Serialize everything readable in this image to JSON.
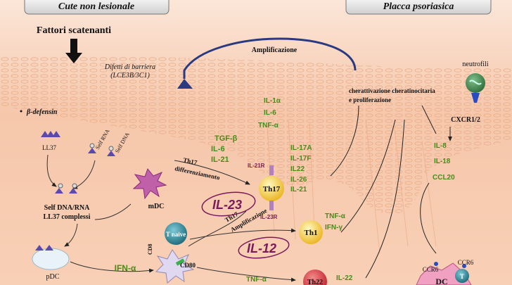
{
  "header": {
    "left": "Cute non lesionale",
    "right": "Placca psoriasica"
  },
  "labels": {
    "triggers": "Fattori scatenanti",
    "amplification": "Amplificazione",
    "barrier_line1": "Difetti di barriera",
    "barrier_line2": "(LCE3B/3C1)",
    "defensin": "β-defensin",
    "keratino_line1": "cherattivazione cheratinocitaria",
    "keratino_line2": "e proliferazione",
    "neutrophils": "neutrofili",
    "cxcr": "CXCR1/2",
    "ll37": "LL37",
    "self_rna": "Self RNA",
    "self_dna": "Self DNA",
    "complex_line1": "Self DNA/RNA",
    "complex_line2": "LL37 complessi",
    "mdc": "mDC",
    "pdc": "pDC",
    "th17_diff_line1": "Th17",
    "th17_diff_line2": "differenziamento",
    "th17_amp_line1": "Th17",
    "th17_amp_line2": "Amplificazione",
    "il21r": "IL-21R",
    "il23r": "IL-23R",
    "th17": "Th17",
    "th1": "Th1",
    "th22": "Th22",
    "t_naive": "T naive",
    "cd8": "CD8",
    "cd80": "CD80",
    "ccr6_a": "CCR6",
    "ccr6_b": "CCR6",
    "dc": "DC",
    "t": "T"
  },
  "cytokines": {
    "il23": "IL-23",
    "il12": "IL-12",
    "ifn_alpha": "IFN-α",
    "kera": [
      "IL-1α",
      "IL-6",
      "TNF-α"
    ],
    "diff": [
      "TGF-β",
      "IL-6",
      "IL-21"
    ],
    "th17_out": [
      "IL-17A",
      "IL-17F",
      "IL22",
      "IL-26",
      "IL-21"
    ],
    "th1_out": [
      "TNF-α",
      "IFN-γ"
    ],
    "neutro": [
      "IL-8",
      "IL-18",
      "CCL20"
    ],
    "th22_left": "TNF-α",
    "th22_right": "IL-22"
  }
}
